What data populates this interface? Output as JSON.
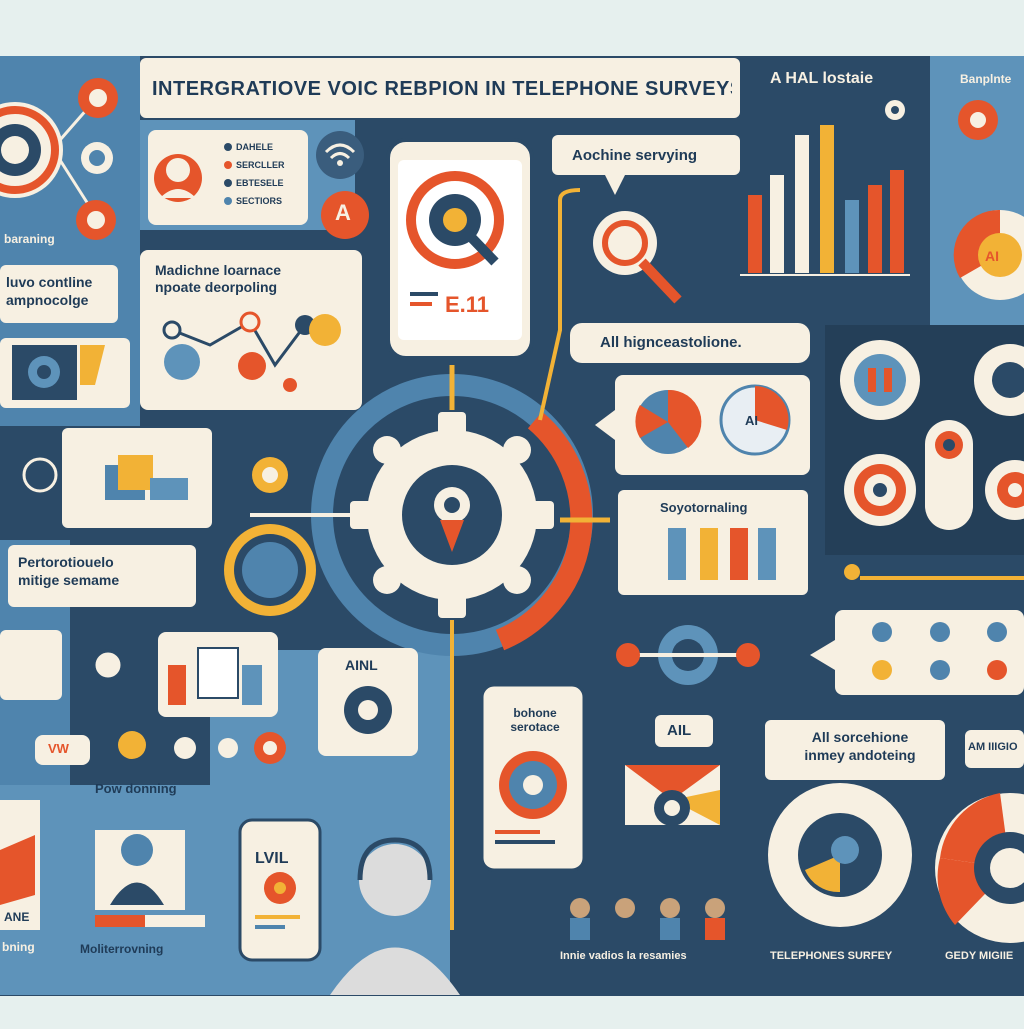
{
  "title": "INTERGRATIOVE VOIC REBPION IN TELEPHONE SURVEYS",
  "labels": {
    "hal_top": "A HAL lostaie",
    "top_right": "Banplnte",
    "left_warning": "baraning",
    "left_card": "luvo contline\nampnocolge",
    "machine_learning": "Madichne loarnace\nnpoate deorpoling",
    "machine_serving": "Aochine servying",
    "phone_number": "E.11",
    "ai_ribbon": "All hignceastolione.",
    "pie_ai": "AI",
    "right_ai": "AI",
    "left_bottom_card": "Pertorotiouelo\nmitige semame",
    "bars_title": "Soyotornaling",
    "ainl": "AINL",
    "phone_card": "bohone\nserotace",
    "ail": "AIL",
    "sorcehione": "All sorcehione\ninmey andoteing",
    "right_edge": "AM IIIGIO",
    "vw": "VW",
    "pon_damning": "Pow donning",
    "lvil": "LVIL",
    "bottom_left": "bning",
    "bottom_left_ane": "ANE",
    "bottom_left2": "Moliterrovning",
    "bottom_people": "Innie vadios la resamies",
    "bottom_survey": "TELEPHONES SURFEY",
    "bottom_right": "GEDY MIGIIE",
    "dash_lines": [
      "DAHELE",
      "SERCLLER",
      "EBTESELE",
      "SECTIORS"
    ]
  },
  "colors": {
    "navy": "#2b4a67",
    "blue": "#5e93ba",
    "orange": "#e5552b",
    "yellow": "#f2b236",
    "cream": "#f7f0e2",
    "steel": "#4f84ad"
  }
}
